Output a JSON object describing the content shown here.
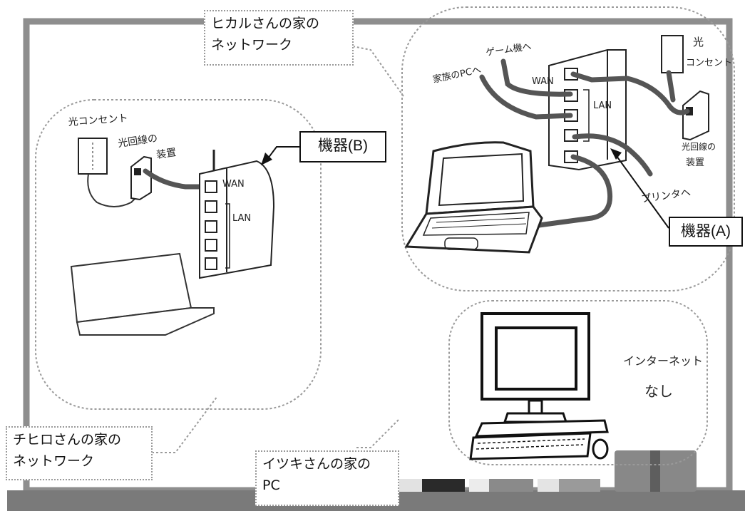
{
  "callouts": {
    "hikaru": {
      "line1": "ヒカルさんの家の",
      "line2": "ネットワーク"
    },
    "chihiro": {
      "line1": "チヒロさんの家の",
      "line2": "ネットワーク"
    },
    "itsuki": {
      "line1": "イツキさんの家の",
      "line2": "PC"
    }
  },
  "device_labels": {
    "a": "機器(A)",
    "b": "機器(B)"
  },
  "handwritten": {
    "hikaru": {
      "wan": "WAN",
      "lan": "LAN",
      "hikari_outlet": [
        "光",
        "コンセント"
      ],
      "line_device": [
        "光回線の",
        "装置"
      ],
      "to_game": "ゲーム機へ",
      "to_family_pc": "家族のPCへ",
      "to_printer": "プリンタへ"
    },
    "chihiro": {
      "hikari_outlet": "光コンセント",
      "line_device": [
        "光回線の",
        "装置"
      ],
      "wan": "WAN",
      "lan": "LAN"
    },
    "itsuki": {
      "no_internet": [
        "インターネット",
        "なし"
      ]
    }
  }
}
